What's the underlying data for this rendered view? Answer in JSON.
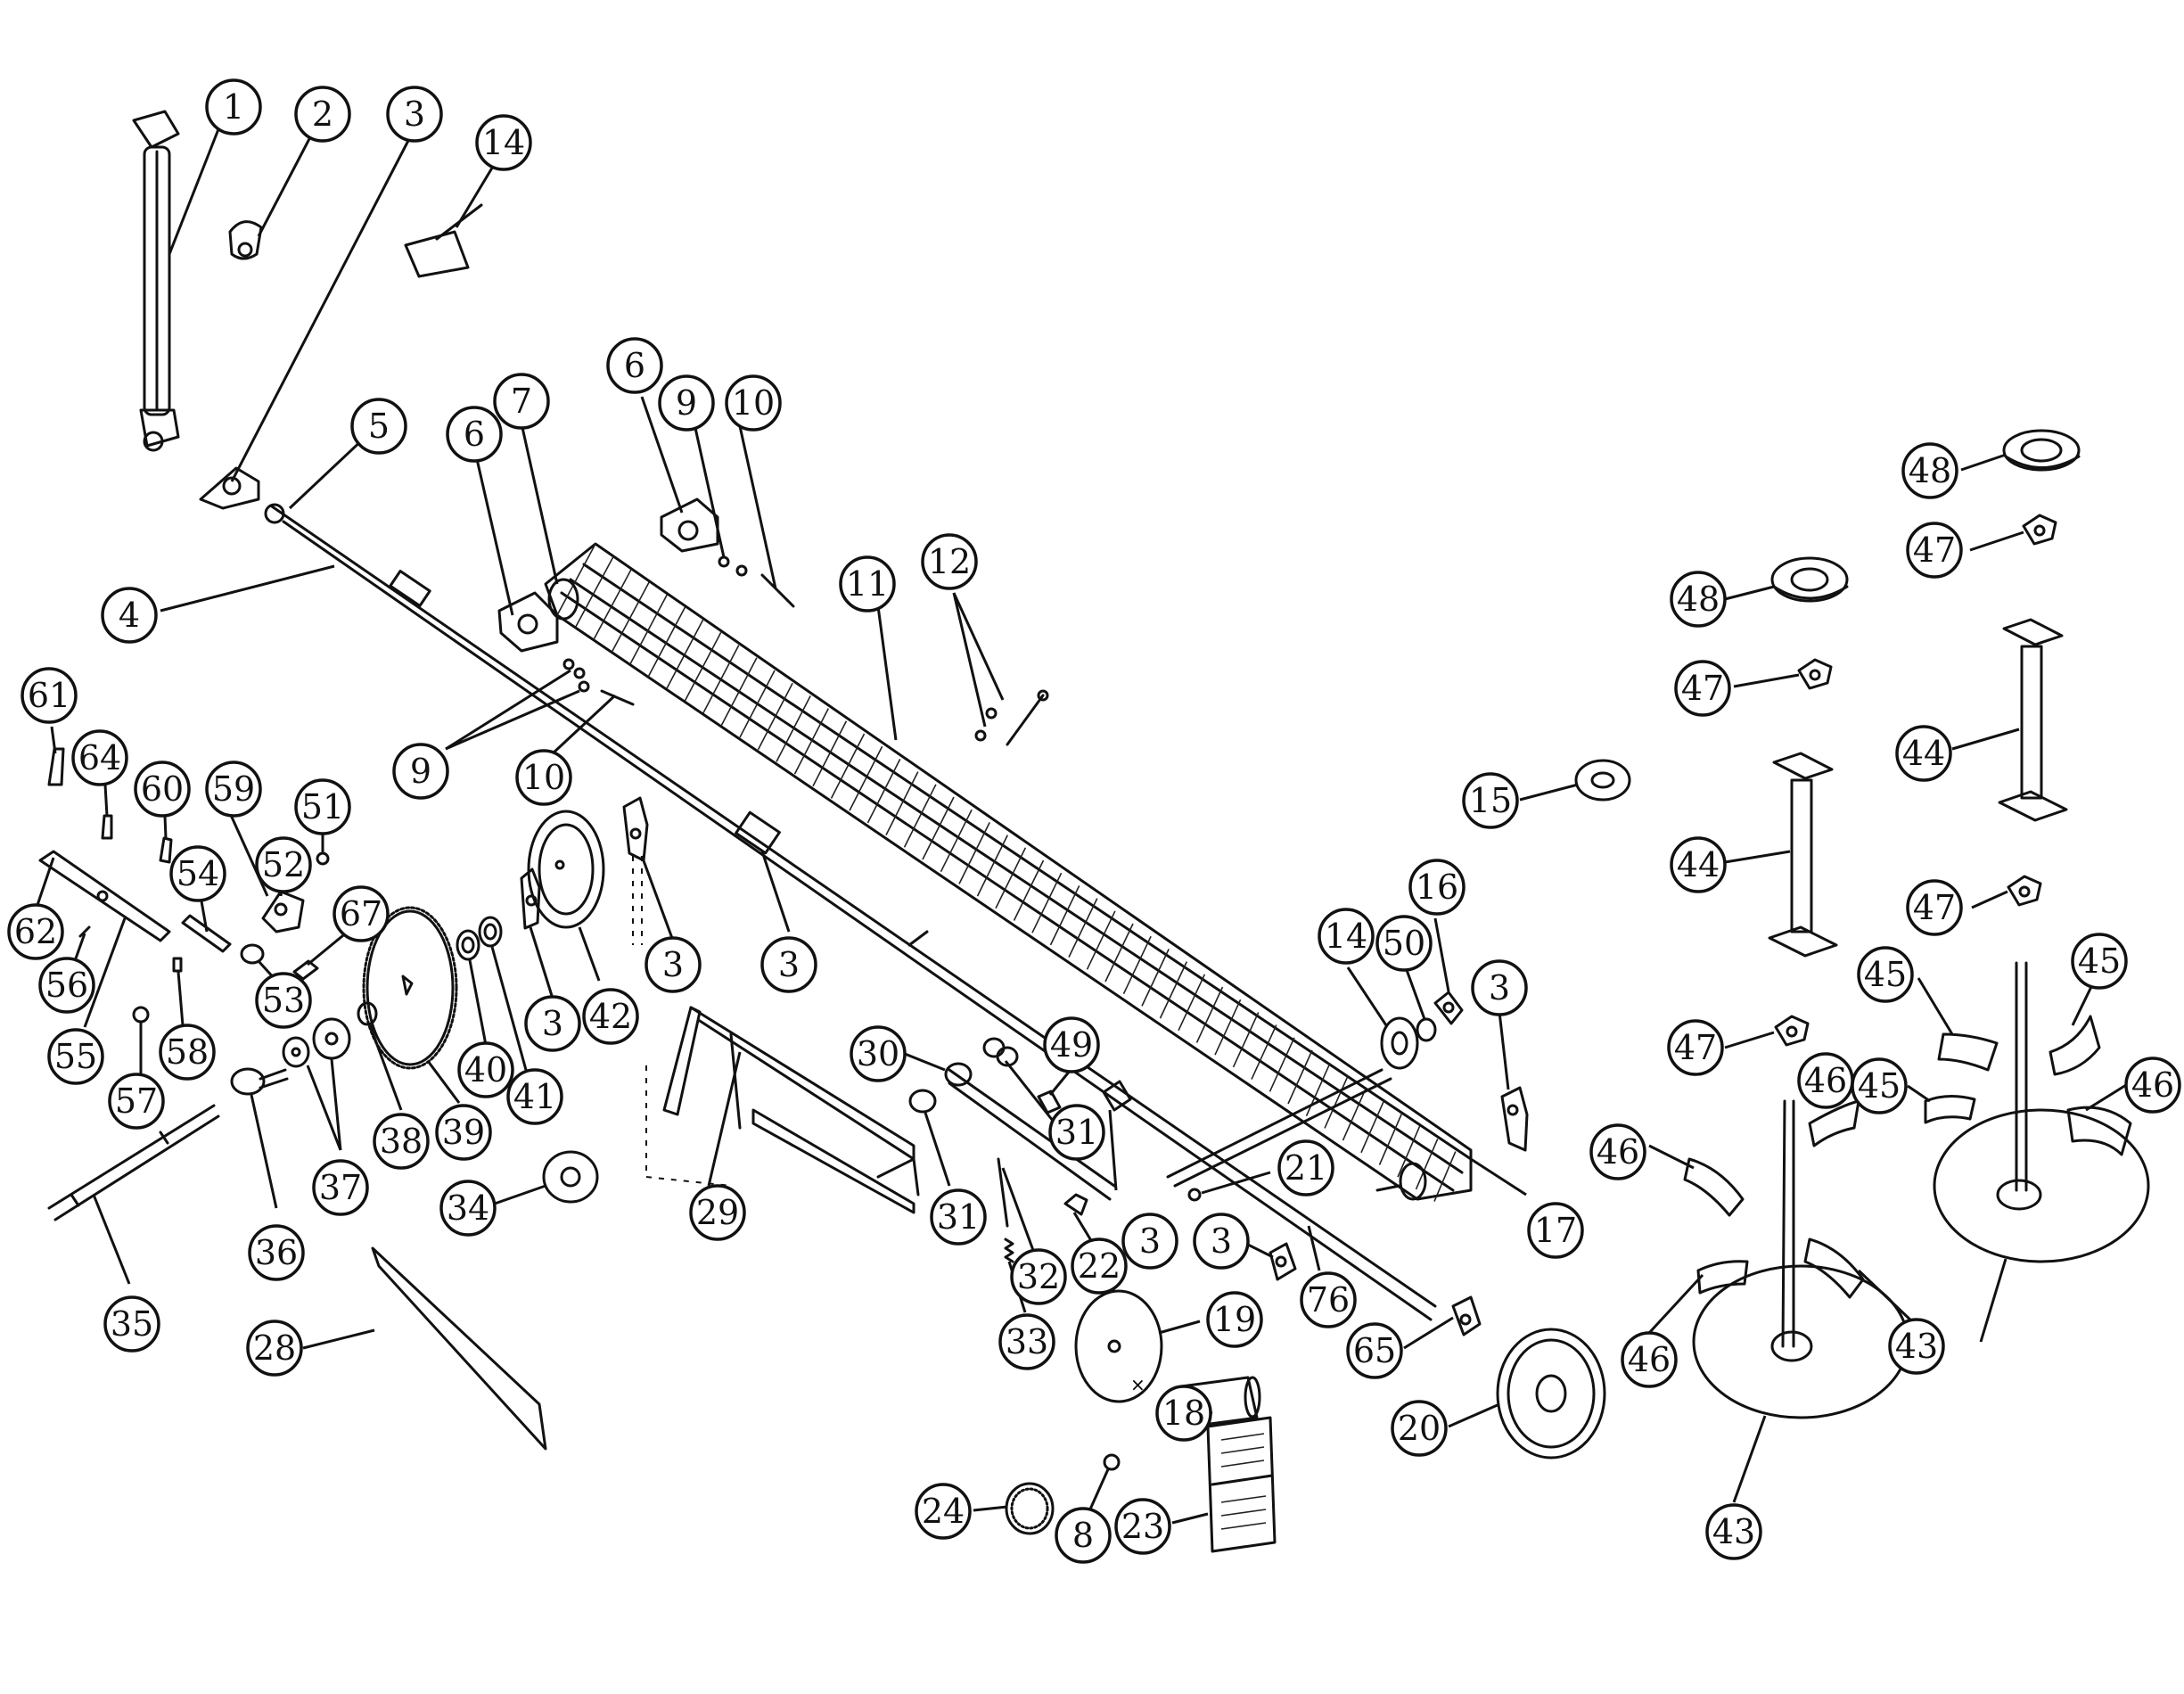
{
  "diagram": {
    "callouts": [
      {
        "n": "1"
      },
      {
        "n": "2"
      },
      {
        "n": "3"
      },
      {
        "n": "14"
      },
      {
        "n": "5"
      },
      {
        "n": "4"
      },
      {
        "n": "6"
      },
      {
        "n": "7"
      },
      {
        "n": "6"
      },
      {
        "n": "9"
      },
      {
        "n": "10"
      },
      {
        "n": "11"
      },
      {
        "n": "12"
      },
      {
        "n": "48"
      },
      {
        "n": "47"
      },
      {
        "n": "48"
      },
      {
        "n": "47"
      },
      {
        "n": "44"
      },
      {
        "n": "44"
      },
      {
        "n": "15"
      },
      {
        "n": "9"
      },
      {
        "n": "10"
      },
      {
        "n": "61"
      },
      {
        "n": "64"
      },
      {
        "n": "60"
      },
      {
        "n": "59"
      },
      {
        "n": "51"
      },
      {
        "n": "54"
      },
      {
        "n": "52"
      },
      {
        "n": "67"
      },
      {
        "n": "62"
      },
      {
        "n": "56"
      },
      {
        "n": "55"
      },
      {
        "n": "58"
      },
      {
        "n": "53"
      },
      {
        "n": "57"
      },
      {
        "n": "3"
      },
      {
        "n": "3"
      },
      {
        "n": "3"
      },
      {
        "n": "42"
      },
      {
        "n": "40"
      },
      {
        "n": "41"
      },
      {
        "n": "39"
      },
      {
        "n": "38"
      },
      {
        "n": "37"
      },
      {
        "n": "36"
      },
      {
        "n": "34"
      },
      {
        "n": "35"
      },
      {
        "n": "29"
      },
      {
        "n": "30"
      },
      {
        "n": "31"
      },
      {
        "n": "31"
      },
      {
        "n": "49"
      },
      {
        "n": "14"
      },
      {
        "n": "16"
      },
      {
        "n": "50"
      },
      {
        "n": "3"
      },
      {
        "n": "21"
      },
      {
        "n": "17"
      },
      {
        "n": "3"
      },
      {
        "n": "3"
      },
      {
        "n": "32"
      },
      {
        "n": "22"
      },
      {
        "n": "33"
      },
      {
        "n": "19"
      },
      {
        "n": "76"
      },
      {
        "n": "65"
      },
      {
        "n": "18"
      },
      {
        "n": "20"
      },
      {
        "n": "24"
      },
      {
        "n": "8"
      },
      {
        "n": "23"
      },
      {
        "n": "28"
      },
      {
        "n": "47"
      },
      {
        "n": "47"
      },
      {
        "n": "45"
      },
      {
        "n": "45"
      },
      {
        "n": "45"
      },
      {
        "n": "46"
      },
      {
        "n": "46"
      },
      {
        "n": "46"
      },
      {
        "n": "46"
      },
      {
        "n": "43"
      },
      {
        "n": "43"
      }
    ]
  }
}
